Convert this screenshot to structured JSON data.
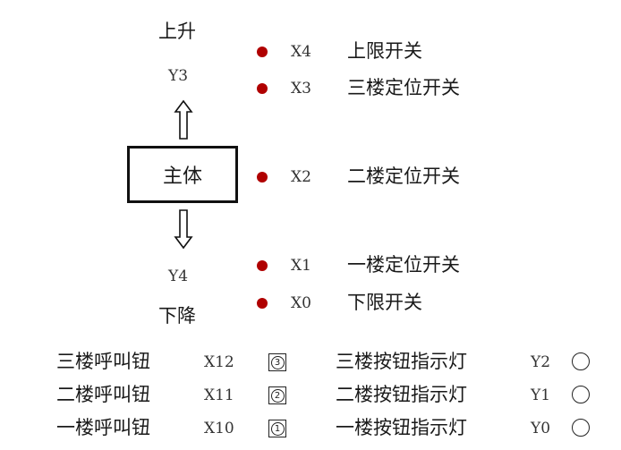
{
  "motion": {
    "up_label": "上升",
    "up_output": "Y3",
    "down_output": "Y4",
    "down_label": "下降",
    "body_label": "主体"
  },
  "limit_switches": [
    {
      "address": "X4",
      "label": "上限开关"
    },
    {
      "address": "X3",
      "label": "三楼定位开关"
    },
    {
      "address": "X2",
      "label": "二楼定位开关"
    },
    {
      "address": "X1",
      "label": "一楼定位开关"
    },
    {
      "address": "X0",
      "label": "下限开关"
    }
  ],
  "call_buttons": [
    {
      "label": "三楼呼叫钮",
      "address": "X12",
      "number": "3"
    },
    {
      "label": "二楼呼叫钮",
      "address": "X11",
      "number": "2"
    },
    {
      "label": "一楼呼叫钮",
      "address": "X10",
      "number": "1"
    }
  ],
  "indicator_lamps": [
    {
      "label": "三楼按钮指示灯",
      "address": "Y2"
    },
    {
      "label": "二楼按钮指示灯",
      "address": "Y1"
    },
    {
      "label": "一楼按钮指示灯",
      "address": "Y0"
    }
  ],
  "colors": {
    "sensor_dot": "#b00000",
    "line": "#111111",
    "text": "#1a1a1a"
  }
}
